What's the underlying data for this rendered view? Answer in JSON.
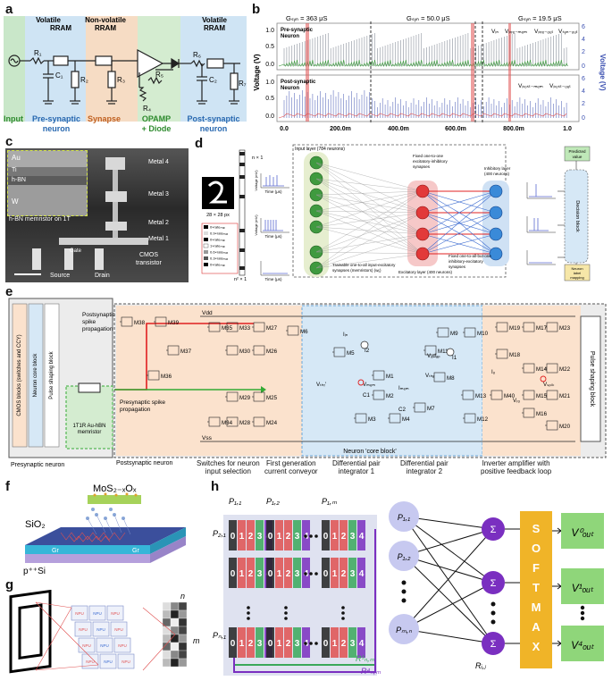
{
  "panels": {
    "a": {
      "label": "a",
      "blocks": {
        "input": "Input",
        "pre": [
          "Pre-synaptic",
          "neuron"
        ],
        "synapse": "Synapse",
        "opamp": [
          "OPAMP",
          "+ Diode"
        ],
        "post": [
          "Post-synaptic",
          "neuron"
        ]
      },
      "devices": {
        "volatile1": [
          "Volatile",
          "RRAM"
        ],
        "nonvolatile": [
          "Non-volatile",
          "RRAM"
        ],
        "volatile2": [
          "Volatile",
          "RRAM"
        ]
      },
      "components": {
        "R1": "R₁",
        "C1": "C₁",
        "R2": "R₂",
        "R3": "R₃",
        "R4": "R₄",
        "R5": "R₅",
        "R6": "R₆",
        "C2": "C₂",
        "R7": "R₇"
      }
    },
    "b": {
      "label": "b",
      "gsyn": [
        "Gₛᵧₙ = 363 μS",
        "Gₛᵧₙ = 50.0 μS",
        "Gₛᵧₙ = 19.5 μS"
      ],
      "legend_top": [
        "Vᵢₙ",
        "Vₚᵣₑ₋ₘₑₘ",
        "Vₚᵣₑ₋ₒᵤₜ",
        "Vₛᵧₙ₋ₒᵤₜ"
      ],
      "legend_bottom": [
        "Vₚₒₛₜ₋ₘₑₘ",
        "Vₚₒₛₜ₋ₒᵤₜ"
      ],
      "pre_label": [
        "Pre-synaptic",
        "Neuron"
      ],
      "post_label": [
        "Post-synaptic",
        "Neuron"
      ],
      "ylabel_left": "Voltage (V)",
      "ylabel_right": "Voltage (V)",
      "yticks_left_top": [
        "1.0",
        "0.5",
        "0.0"
      ],
      "yticks_left_bottom": [
        "1.0",
        "0.5",
        "0.0"
      ],
      "yticks_right_top": [
        "6",
        "4",
        "2",
        "0"
      ],
      "yticks_right_bottom": [
        "6",
        "4",
        "2",
        "0"
      ],
      "xticks": [
        "0.0",
        "200.0m",
        "400.0m",
        "600.0m",
        "800.0m",
        "1.0"
      ]
    },
    "c": {
      "label": "c",
      "layers": [
        "Au",
        "Ti",
        "h-BN",
        "W"
      ],
      "inset_caption": "h-BN memristor on 1T",
      "metals": [
        "Metal 4",
        "Metal 3",
        "Metal 2",
        "Metal 1"
      ],
      "bottom": [
        "Gate",
        "CMOS",
        "transistor",
        "Source",
        "Drain"
      ]
    },
    "d": {
      "label": "d",
      "digit_size": "28 × 28 px",
      "vec_top": "n × 1",
      "vec_bottom": "n² × 1",
      "rates": [
        "0×rateₘₐₓ",
        "0.9×rateₘₐₓ",
        "0×rateₘₐₓ",
        "1×rateₘₐₓ",
        "0.6×rateₘₐₓ",
        "0.3×rateₘₐₓ",
        "0×rateₘₐₓ"
      ],
      "input_layer": "Input layer (784 neurons)",
      "excitatory": "Excitatory layer (400 neurons)",
      "inhibitory": [
        "Inhibitory layer",
        "(400 neurons)"
      ],
      "fixed1": [
        "Fixed one-to-one",
        "excitatory-inhibitory",
        "synapses"
      ],
      "fixed2": [
        "Fixed one-to-all-but-one",
        "inhibitory-excitatory",
        "synapses"
      ],
      "trainable": [
        "Trainable one-to-all input-excitatory",
        "synapses (memristors) (wᵢⱼ)"
      ],
      "decision": "Decision block",
      "predicted": [
        "Predicted",
        "value"
      ],
      "mapping": [
        "Neuron",
        "label",
        "mapping"
      ],
      "voltage_axis": "Voltage (mV)",
      "time_axis": "Time (μs)"
    },
    "e": {
      "label": "e",
      "left_blocks": [
        "CMOS blocks (switches and CCY)",
        "Neuron core block",
        "Pulse shaping block"
      ],
      "presyn": "Presynaptic neuron",
      "memristor": [
        "1T1R Au-hBN",
        "memristor"
      ],
      "postsyn": "Postsynaptic neuron",
      "post_spike": [
        "Postsynaptic",
        "spike",
        "propagation"
      ],
      "pre_spike": [
        "Presynaptic spike",
        "propagation"
      ],
      "core": "Neuron 'core block'",
      "pulse": "Pulse shaping block",
      "captions": [
        [
          "Switches for neuron",
          "input selection"
        ],
        [
          "First generation",
          "current conveyor"
        ],
        [
          "Differential pair",
          "integrator 1"
        ],
        [
          "Differential pair",
          "integrator 2"
        ],
        [
          "Inverter amplifier with",
          "positive feedback loop"
        ]
      ],
      "rails": [
        "Vdd",
        "Vss"
      ],
      "transistors": [
        "M38",
        "M39",
        "M37",
        "M36",
        "M35",
        "M34",
        "M33",
        "M27",
        "M30",
        "M26",
        "M29",
        "M25",
        "M28",
        "M24",
        "M6",
        "M1",
        "M2",
        "M3",
        "M4",
        "M5",
        "M7",
        "M8",
        "M9",
        "M10",
        "M11",
        "M12",
        "M13",
        "M19",
        "M17",
        "M23",
        "M18",
        "M14",
        "M22",
        "M16",
        "M15",
        "M40",
        "M21",
        "M20"
      ],
      "nodes": [
        "Iᵢₙ",
        "I2",
        "Vₘₑₘ",
        "C1",
        "Iₘₑₘ",
        "C2",
        "Vₐdₐₚ",
        "Vₜₕᵣ",
        "I1",
        "Iₒ",
        "Vₛₚₗₖ",
        "Vₜₕᵣ′",
        "Vᵣₒ"
      ]
    },
    "f": {
      "label": "f",
      "top": "MoS₂₋ₓOₓ",
      "sio2": "SiO₂",
      "gr1": "Gr",
      "gr2": "Gr",
      "sub": "p⁺⁺Si"
    },
    "g": {
      "label": "g",
      "n": "n",
      "m": "m",
      "npu": "NPU"
    },
    "h": {
      "label": "h",
      "pixels_top": [
        "P₁,₁",
        "P₁,₂",
        "P₁,ₘ"
      ],
      "pixels_left": [
        "P₂,₁",
        "Pₙ,₁"
      ],
      "digits": [
        "0",
        "1",
        "2",
        "3",
        "4"
      ],
      "r3": "R³ₙ,ₘ",
      "r4": "R⁴ₙ,ₘ",
      "inputs": [
        "P₁,₁",
        "P₁,₂",
        "Pₘ,ₙ"
      ],
      "sum": "Σ",
      "softmax": [
        "S",
        "O",
        "F",
        "T",
        "M",
        "A",
        "X"
      ],
      "weight": "Rᵢ,ⱼ",
      "outputs": [
        "V⁰ₒᵤₜ",
        "V¹ₒᵤₜ",
        "V⁴ₒᵤₜ"
      ]
    }
  },
  "colors": {
    "input_green": "#c9e7c9",
    "pre_blue": "#cfe4f4",
    "synapse_orange": "#f6dcc4",
    "opamp_green": "#d4ecd0",
    "trace_red": "#e05050",
    "trace_blue": "#3a4fb0",
    "trace_green": "#3a9a3a",
    "softmax": "#f0b428",
    "output": "#8fd67a",
    "sum": "#7a2fc0",
    "input_node": "#c7c9f0"
  }
}
